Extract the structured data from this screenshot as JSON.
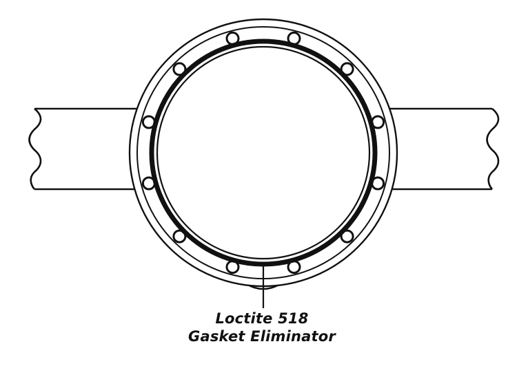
{
  "figure": {
    "callout": {
      "line1": "Loctite 518",
      "line2": "Gasket Eliminator"
    },
    "bolt_hole_count": 12,
    "colors": {
      "ink": "#111111",
      "paper": "#ffffff"
    }
  }
}
